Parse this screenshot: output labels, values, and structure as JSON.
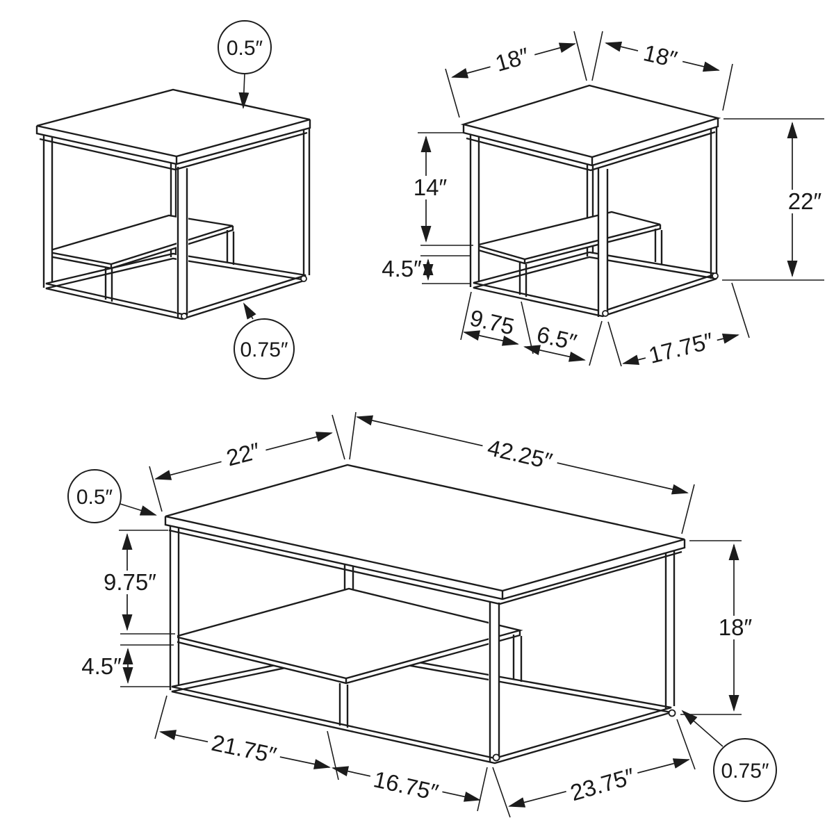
{
  "diagram": {
    "description": "3-piece table set dimension drawing",
    "line_color": "#1c1c1c",
    "background": "#ffffff"
  },
  "figures": {
    "end_table": {
      "callout_top": "0.5″",
      "callout_frame": "0.75″",
      "dim_width_left": "18″",
      "dim_width_right": "18″",
      "dim_top_to_shelf": "14″",
      "dim_shelf_clearance": "4.5″",
      "dim_height": "22″",
      "dim_shelf_depth": "9.75",
      "dim_shelf_gap": "6.5″",
      "dim_base_depth": "17.75″"
    },
    "coffee_table": {
      "callout_top": "0.5″",
      "callout_frame": "0.75″",
      "dim_top_depth": "22″",
      "dim_top_length": "42.25″",
      "dim_top_to_shelf": "9.75″",
      "dim_shelf_clearance": "4.5″",
      "dim_height": "18″",
      "dim_base_left": "21.75″",
      "dim_base_mid": "16.75″",
      "dim_base_right": "23.75″"
    }
  }
}
